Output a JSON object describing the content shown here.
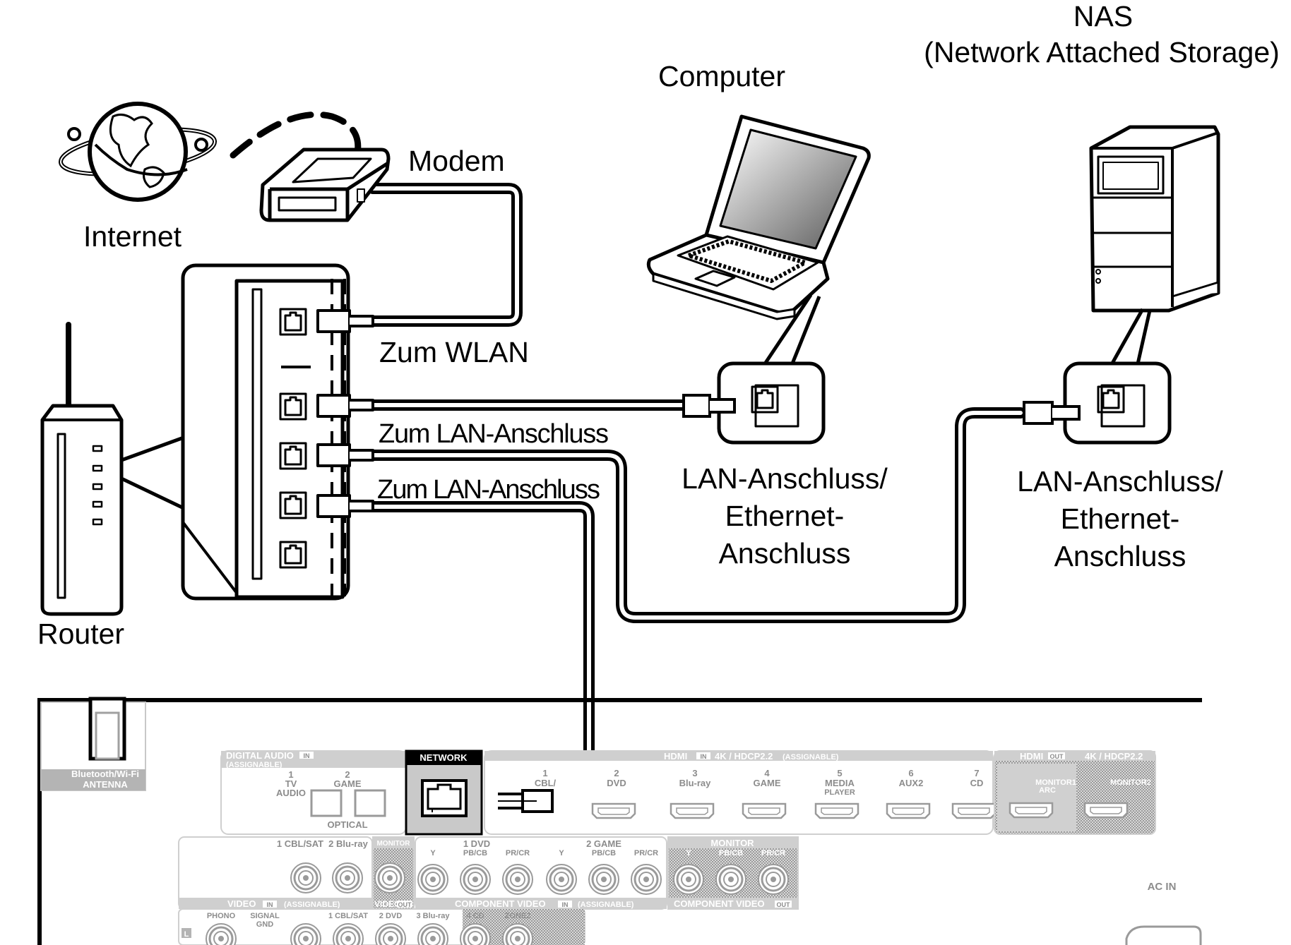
{
  "labels": {
    "nas_title": "NAS",
    "nas_subtitle": "(Network Attached Storage)",
    "computer": "Computer",
    "modem": "Modem",
    "internet": "Internet",
    "router": "Router",
    "zum_wlan": "Zum WLAN",
    "zum_lan_1": "Zum LAN-Anschluss",
    "zum_lan_2": "Zum LAN-Anschluss",
    "lan_port_computer": [
      "LAN-Anschluss/",
      "Ethernet-",
      "Anschluss"
    ],
    "lan_port_nas": [
      "LAN-Anschluss/",
      "Ethernet-",
      "Anschluss"
    ]
  },
  "receiver_panel": {
    "antenna": [
      "Bluetooth/Wi-Fi",
      "ANTENNA"
    ],
    "digital_audio": "DIGITAL AUDIO",
    "in_badge": "IN",
    "out_badge": "OUT",
    "assignable": "(ASSIGNABLE)",
    "digital_inputs": [
      {
        "num": "1",
        "name": "TV",
        "name2": "AUDIO"
      },
      {
        "num": "2",
        "name": "GAME",
        "name2": ""
      }
    ],
    "optical": "OPTICAL",
    "network": "NETWORK",
    "hdmi_in_title": "HDMI",
    "hdmi_in_spec": "4K / HDCP2.2",
    "hdmi_in_assignable": "(ASSIGNABLE)",
    "hdmi_inputs": [
      {
        "num": "1",
        "name": "CBL/",
        "name2": ""
      },
      {
        "num": "2",
        "name": "DVD",
        "name2": ""
      },
      {
        "num": "3",
        "name": "Blu-ray",
        "name2": ""
      },
      {
        "num": "4",
        "name": "GAME",
        "name2": ""
      },
      {
        "num": "5",
        "name": "MEDIA",
        "name2": "PLAYER"
      },
      {
        "num": "6",
        "name": "AUX2",
        "name2": ""
      },
      {
        "num": "7",
        "name": "CD",
        "name2": ""
      }
    ],
    "hdmi_out_title": "HDMI",
    "hdmi_out_spec": "4K / HDCP2.2",
    "monitor1": [
      "MONITOR1",
      "ARC"
    ],
    "monitor2": "MONITOR2",
    "video_in_labels": [
      "1 CBL/SAT",
      "2 Blu-ray"
    ],
    "video_monitor": "MONITOR",
    "video_footer": "VIDEO",
    "video_out_footer": "VIDEO",
    "component_groups": [
      "1 DVD",
      "2 GAME"
    ],
    "component_channels": [
      "Y",
      "PB/CB",
      "PR/CR"
    ],
    "component_monitor": "MONITOR",
    "component_in_footer": "COMPONENT VIDEO",
    "component_out_footer": "COMPONENT VIDEO",
    "audio_row": [
      "PHONO",
      "SIGNAL",
      "GND",
      "1 CBL/SAT",
      "2 DVD",
      "3 Blu-ray",
      "4 CD",
      "ZONE2"
    ],
    "audio_l": "L",
    "ac_in": "AC IN"
  }
}
